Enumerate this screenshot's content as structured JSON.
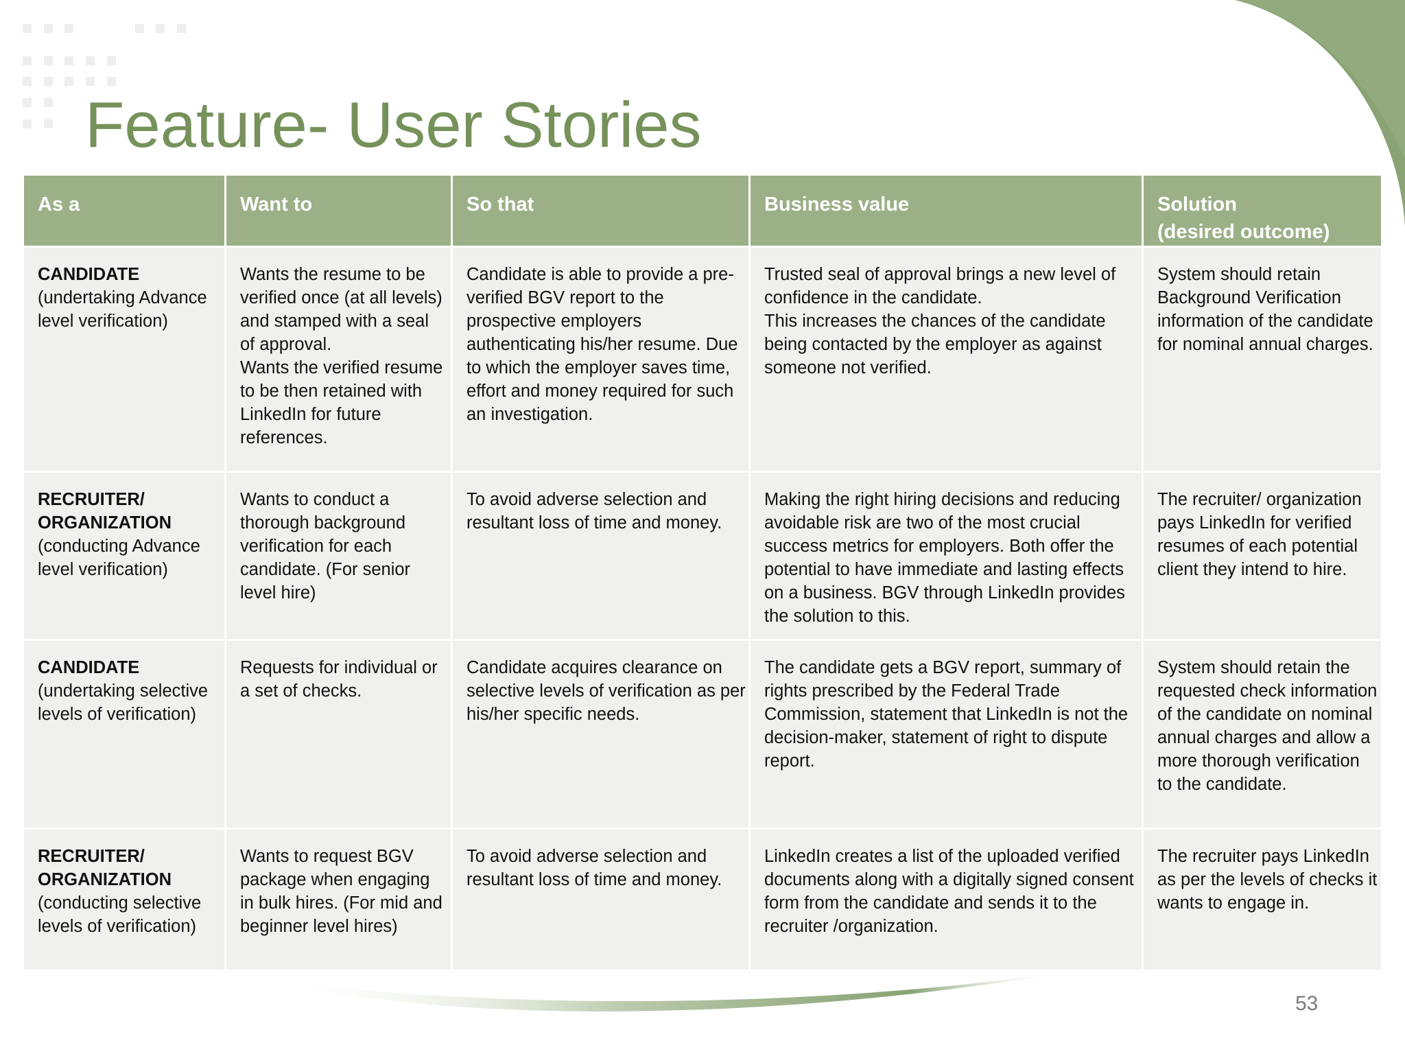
{
  "slide": {
    "title": "Feature- User Stories",
    "page_number": "53"
  },
  "colors": {
    "title_green": "#76915a",
    "header_green": "#9bb087",
    "cell_gray": "#f0f0ee",
    "swoosh_green": "#8aa375"
  },
  "table": {
    "headers": {
      "as_a": "As a",
      "want_to": "Want to",
      "so_that": "So that",
      "business_value": "Business value",
      "solution": "Solution",
      "solution_sub": "(desired outcome)"
    },
    "rows": [
      {
        "role": "CANDIDATE",
        "role_detail": "(undertaking Advance level verification)",
        "want_to": "Wants the resume to be verified once (at all levels) and stamped with a seal of approval.\nWants the verified resume to be then retained with LinkedIn for future references.",
        "so_that": "Candidate is able to provide a pre-verified BGV report to the prospective employers authenticating his/her resume. Due to which the employer saves time, effort and money required for such an investigation.",
        "business_value": "Trusted seal of approval brings a new level of confidence in the candidate.\nThis increases the chances of the candidate being contacted by the employer as against someone not verified.",
        "solution": "System should retain Background Verification information of the candidate for nominal annual charges."
      },
      {
        "role": "RECRUITER/ ORGANIZATION",
        "role_detail": "(conducting Advance level verification)",
        "want_to": "Wants to conduct a thorough background verification for each candidate. (For senior level hire)",
        "so_that": "To avoid adverse selection  and resultant loss of time and money.",
        "business_value": "Making the right hiring decisions and reducing avoidable risk are two of the most crucial success metrics for employers. Both offer the potential to have immediate and lasting effects on a business. BGV through LinkedIn provides the solution to this.",
        "solution": "The recruiter/ organization pays LinkedIn for verified resumes of each potential client they intend to hire."
      },
      {
        "role": "CANDIDATE",
        "role_detail": "(undertaking selective levels of verification)",
        "want_to": "Requests for individual  or a set of checks.",
        "so_that": "Candidate acquires clearance on selective levels of verification as per his/her specific needs.",
        "business_value": "The candidate gets a BGV report, summary of rights prescribed by the Federal Trade Commission, statement that LinkedIn is not the decision-maker, statement of right to dispute report.",
        "solution": "System should retain the requested check information of the candidate on nominal annual charges and allow a more thorough verification to the candidate."
      },
      {
        "role": "RECRUITER/ ORGANIZATION",
        "role_detail": "(conducting selective levels of verification)",
        "want_to": "Wants to request BGV package when engaging in bulk hires. (For mid and beginner level hires)",
        "so_that": "To avoid adverse selection and resultant loss of time and money.",
        "business_value": "LinkedIn creates a list of the uploaded verified documents along with a digitally signed consent form from the candidate and sends it to the recruiter /organization.",
        "solution": "The recruiter pays LinkedIn as per the levels of checks it wants to engage in."
      }
    ]
  }
}
